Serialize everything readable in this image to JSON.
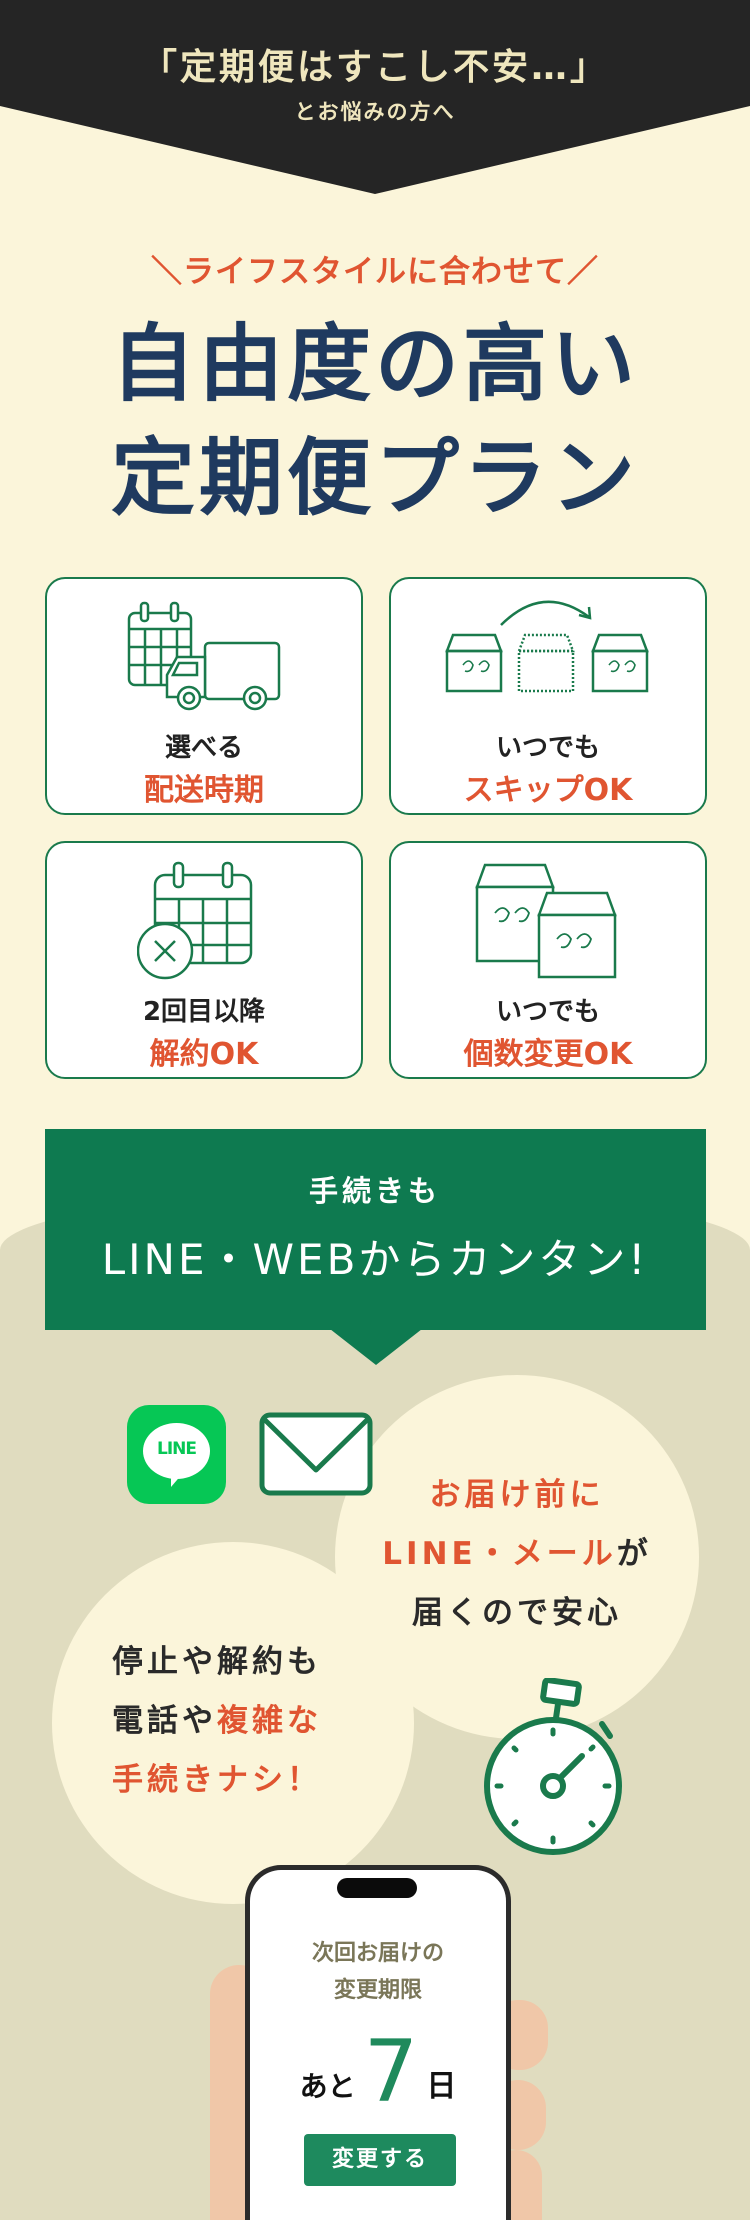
{
  "header": {
    "title": "「定期便はすこし不安…」",
    "subtitle": "とお悩みの方へ"
  },
  "hero": {
    "tagline": "＼ライフスタイルに合わせて／",
    "title_line1": "自由度の高い",
    "title_line2": "定期便プラン"
  },
  "features": [
    {
      "line1": "選べる",
      "line2": "配送時期",
      "icon": "calendar-truck-icon"
    },
    {
      "line1": "いつでも",
      "line2": "スキップOK",
      "icon": "skip-box-icon"
    },
    {
      "line1": "2回目以降",
      "line2": "解約OK",
      "icon": "calendar-cancel-icon"
    },
    {
      "line1": "いつでも",
      "line2": "個数変更OK",
      "icon": "boxes-icon"
    }
  ],
  "procedure": {
    "line1": "手続きも",
    "line2": "LINE・WEBからカンタン!",
    "line_icon_text": "LINE"
  },
  "bubble_right": {
    "line1": "お届け前に",
    "line2_highlight": "LINE・メール",
    "line2_rest": "が",
    "line3": "届くので安心"
  },
  "bubble_left": {
    "line1": "停止や解約も",
    "line2_plain": "電話や",
    "line2_highlight": "複雑な",
    "line3": "手続きナシ！"
  },
  "phone": {
    "label_line1": "次回お届けの",
    "label_line2": "変更期限",
    "prefix": "あと",
    "days": "7",
    "suffix": "日",
    "button": "変更する"
  },
  "colors": {
    "accent_green": "#0e7a50",
    "orange": "#e05531",
    "navy": "#1f3a5f",
    "cream": "#fbf5da",
    "line_green": "#06c755"
  }
}
